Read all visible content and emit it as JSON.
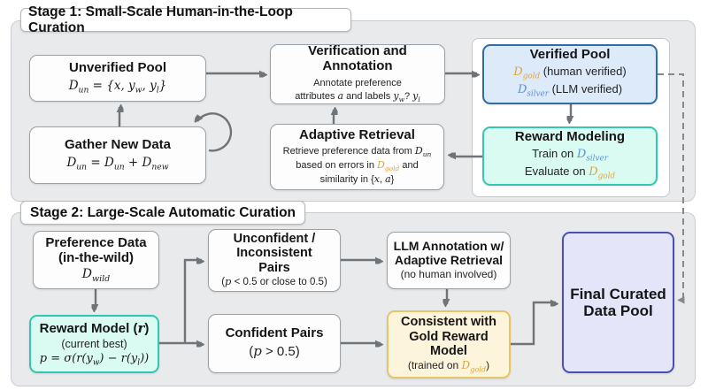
{
  "colors": {
    "gold": "#E2A33D",
    "silver": "#5E93D1",
    "arrow": "#6E7478",
    "dashed_arrow": "#85898C",
    "stage_bg": "#E8EAEC",
    "verified_bg": "#DCEAFA",
    "verified_border": "#2F6DA6",
    "mint_bg": "#DAFBF1",
    "mint_border": "#33C7B2",
    "yellow_bg": "#FDF5DB",
    "yellow_border": "#E7C467",
    "purple_bg": "#E4E5F9",
    "purple_border": "#4A4FB5"
  },
  "icons": {
    "loop_arrow": "circular self-loop arrow at top-right corner of Gather New Data box"
  },
  "stage1": {
    "title": "Stage 1: Small-Scale Human-in-the-Loop Curation",
    "unverified": {
      "title": "Unverified Pool",
      "formula": [
        {
          "t": "D"
        },
        {
          "t": "un",
          "sub": 1
        },
        {
          "t": " = {x, y"
        },
        {
          "t": "w",
          "sub": 1
        },
        {
          "t": ", y"
        },
        {
          "t": "l",
          "sub": 1
        },
        {
          "t": "}"
        }
      ]
    },
    "gather": {
      "title": "Gather New Data",
      "formula": [
        {
          "t": "D"
        },
        {
          "t": "un",
          "sub": 1
        },
        {
          "t": " = D"
        },
        {
          "t": "un",
          "sub": 1
        },
        {
          "t": " + D"
        },
        {
          "t": "new",
          "sub": 1
        }
      ]
    },
    "verification": {
      "title": "Verification and\nAnnotation",
      "sub1": "Annotate preference",
      "sub2": [
        {
          "t": "attributes "
        },
        {
          "t": "a",
          "m": 1
        },
        {
          "t": " and labels "
        },
        {
          "t": "y",
          "m": 1
        },
        {
          "t": "w",
          "m": 1,
          "sub": 1
        },
        {
          "t": "? "
        },
        {
          "t": "y",
          "m": 1
        },
        {
          "t": "l",
          "m": 1,
          "sub": 1
        }
      ]
    },
    "adaptive": {
      "title": "Adaptive Retrieval",
      "line1": [
        {
          "t": "Retrieve preference data from "
        },
        {
          "t": "D",
          "m": 1
        },
        {
          "t": "un",
          "m": 1,
          "sub": 1
        }
      ],
      "line2": [
        {
          "t": "based on errors in "
        },
        {
          "t": "D",
          "m": 1,
          "c": "gold"
        },
        {
          "t": "gold",
          "m": 1,
          "sub": 1,
          "c": "gold"
        },
        {
          "t": " and"
        }
      ],
      "line3": [
        {
          "t": "similarity in {"
        },
        {
          "t": "x",
          "m": 1
        },
        {
          "t": ", "
        },
        {
          "t": "a",
          "m": 1
        },
        {
          "t": "}"
        }
      ]
    },
    "verified": {
      "title": "Verified Pool",
      "gold_line": [
        {
          "t": "D",
          "m": 1,
          "c": "gold"
        },
        {
          "t": "gold",
          "m": 1,
          "sub": 1,
          "c": "gold"
        },
        {
          "t": " (human verified)"
        }
      ],
      "silver_line": [
        {
          "t": "D",
          "m": 1,
          "c": "silver"
        },
        {
          "t": "silver",
          "m": 1,
          "sub": 1,
          "c": "silver"
        },
        {
          "t": " (LLM verified)"
        }
      ]
    },
    "reward_modeling": {
      "title": "Reward Modeling",
      "train_line": [
        {
          "t": "Train on "
        },
        {
          "t": "D",
          "m": 1,
          "c": "silver"
        },
        {
          "t": "silver",
          "m": 1,
          "sub": 1,
          "c": "silver"
        }
      ],
      "eval_line": [
        {
          "t": "Evaluate on "
        },
        {
          "t": "D",
          "m": 1,
          "c": "gold"
        },
        {
          "t": "gold",
          "m": 1,
          "sub": 1,
          "c": "gold"
        }
      ]
    }
  },
  "stage2": {
    "title": "Stage 2: Large-Scale Automatic Curation",
    "preference": {
      "title": "Preference Data\n(in-the-wild)",
      "formula": [
        {
          "t": "D"
        },
        {
          "t": "wild",
          "sub": 1
        }
      ]
    },
    "reward_model": {
      "title": [
        {
          "t": "Reward Model ("
        },
        {
          "t": "r",
          "m": 1
        },
        {
          "t": ")"
        }
      ],
      "sub": "(current best)",
      "formula": [
        {
          "t": "p = σ(r(y"
        },
        {
          "t": "w",
          "sub": 1
        },
        {
          "t": ") − r(y"
        },
        {
          "t": "l",
          "sub": 1
        },
        {
          "t": "))"
        }
      ]
    },
    "unconfident": {
      "title": "Unconfident /\nInconsistent\nPairs",
      "sub": [
        {
          "t": "("
        },
        {
          "t": "p",
          "m": 1
        },
        {
          "t": " < 0.5 or close to 0.5)"
        }
      ]
    },
    "confident": {
      "title": "Confident Pairs",
      "sub": [
        {
          "t": "("
        },
        {
          "t": "p",
          "m": 1
        },
        {
          "t": " > 0.5)"
        }
      ]
    },
    "llm_annotation": {
      "title": "LLM Annotation w/\nAdaptive Retrieval",
      "sub": "(no human involved)"
    },
    "consistent": {
      "title": "Consistent with\nGold Reward\nModel",
      "sub": [
        {
          "t": "(trained on "
        },
        {
          "t": "D",
          "m": 1,
          "c": "gold"
        },
        {
          "t": "gold",
          "m": 1,
          "sub": 1,
          "c": "gold"
        },
        {
          "t": ")"
        }
      ]
    },
    "final_pool": {
      "title": "Final Curated\nData Pool"
    }
  }
}
